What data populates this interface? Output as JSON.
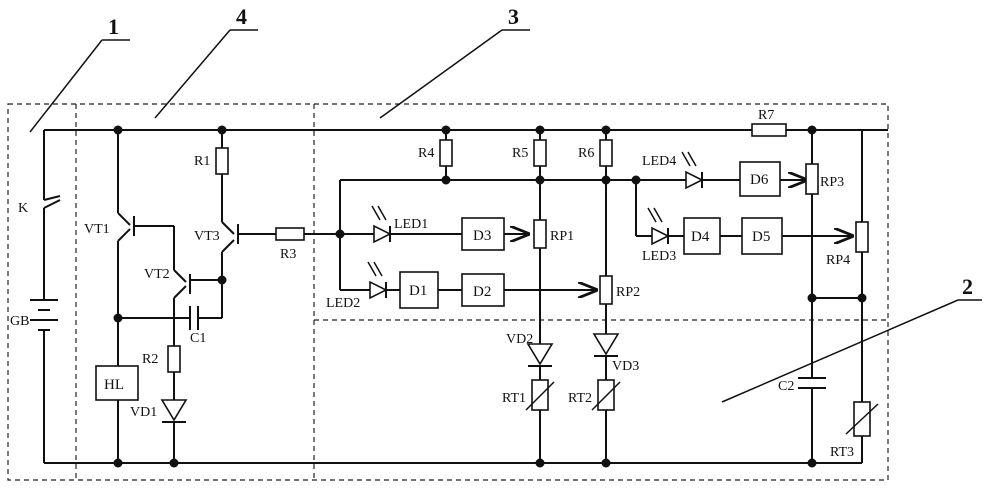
{
  "callouts": {
    "c1": "1",
    "c2": "2",
    "c3": "3",
    "c4": "4"
  },
  "components": {
    "K": "K",
    "GB": "GB",
    "HL": "HL",
    "VT1": "VT1",
    "VT2": "VT2",
    "VT3": "VT3",
    "R1": "R1",
    "R2": "R2",
    "R3": "R3",
    "R4": "R4",
    "R5": "R5",
    "R6": "R6",
    "R7": "R7",
    "C1": "C1",
    "C2": "C2",
    "VD1": "VD1",
    "VD2": "VD2",
    "VD3": "VD3",
    "LED1": "LED1",
    "LED2": "LED2",
    "LED3": "LED3",
    "LED4": "LED4",
    "D1": "D1",
    "D2": "D2",
    "D3": "D3",
    "D4": "D4",
    "D5": "D5",
    "D6": "D6",
    "RP1": "RP1",
    "RP2": "RP2",
    "RP3": "RP3",
    "RP4": "RP4",
    "RT1": "RT1",
    "RT2": "RT2",
    "RT3": "RT3"
  }
}
